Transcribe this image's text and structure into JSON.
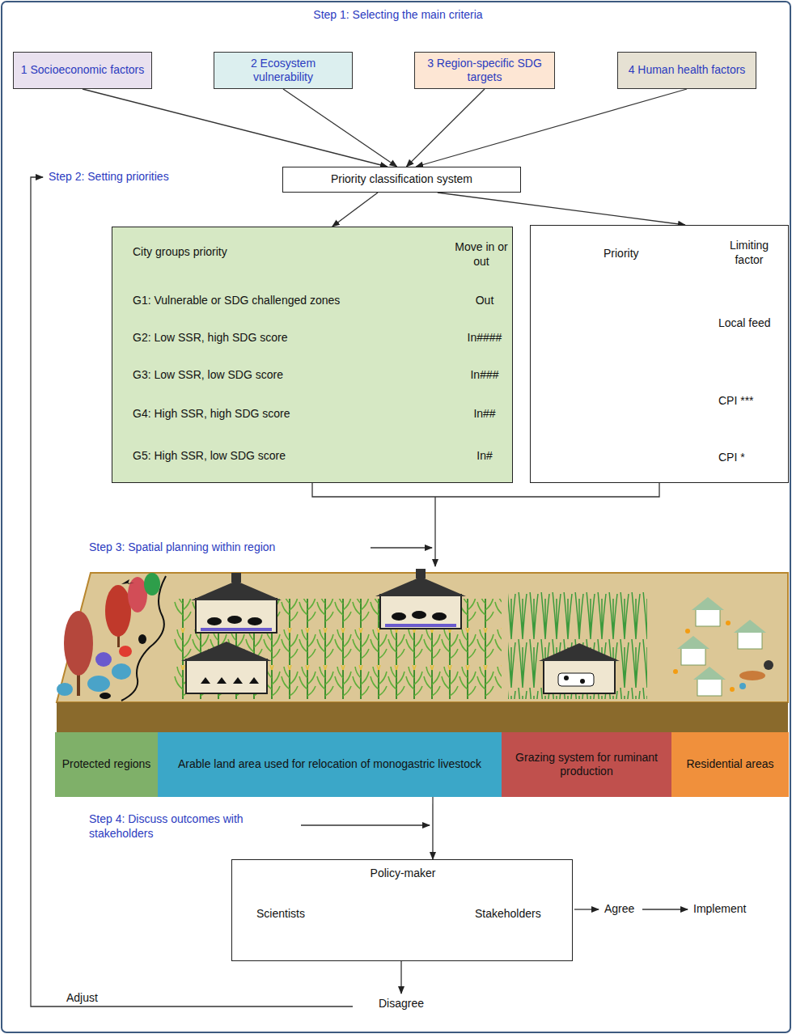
{
  "diagram": {
    "nodes": [
      {
        "text": [
          "1 Socioeconomic factors"
        ]
      },
      {
        "text": [
          "2 Ecosystem vulnerability"
        ]
      },
      {
        "text": [
          "3 Region-specific SDG targets"
        ]
      },
      {
        "text": [
          "4 Human health factors"
        ]
      },
      {
        "text": [
          "Priority classification system"
        ]
      },
      {
        "text": [
          "City groups priority",
          "Move in or out",
          "G1: Vulnerable or SDG challenged zones",
          "Out",
          "G2: Low SSR, high SDG score",
          "In####",
          "G3: Low SSR, low SDG score",
          "In###",
          "G4: High SSR, high SDG score",
          "In##",
          "G5: High SSR, low SDG score",
          "In#"
        ]
      },
      {
        "text": [
          "Priority",
          "Limiting factor",
          "Local feed",
          "CPI ***",
          "CPI *"
        ]
      },
      {
        "text": [
          "Protected regions"
        ]
      },
      {
        "text": [
          "Arable land area used for relocation of monogastric livestock"
        ]
      },
      {
        "text": [
          "Grazing system for ruminant production"
        ]
      },
      {
        "text": [
          "Residential areas"
        ]
      },
      {
        "text": [
          "Policy-maker",
          "Scientists",
          "Stakeholders"
        ]
      }
    ],
    "edges": [
      {
        "from": 0,
        "to": 4,
        "arrow": "to"
      },
      {
        "from": 1,
        "to": 4,
        "arrow": "to"
      },
      {
        "from": 2,
        "to": 4,
        "arrow": "to"
      },
      {
        "from": 3,
        "to": 4,
        "arrow": "to"
      },
      {
        "from": 4,
        "to": 5,
        "arrow": "to"
      },
      {
        "from": 4,
        "to": 6,
        "arrow": "to"
      },
      {
        "from": 8,
        "to": 11,
        "arrow": "to"
      }
    ],
    "labels": [
      "Step 1: Selecting the main criteria",
      "Step 2: Setting priorities",
      "Step 3: Spatial planning within region",
      "Step 4: Discuss outcomes with stakeholders",
      "Agree",
      "Implement",
      "Disagree",
      "Adjust"
    ]
  }
}
